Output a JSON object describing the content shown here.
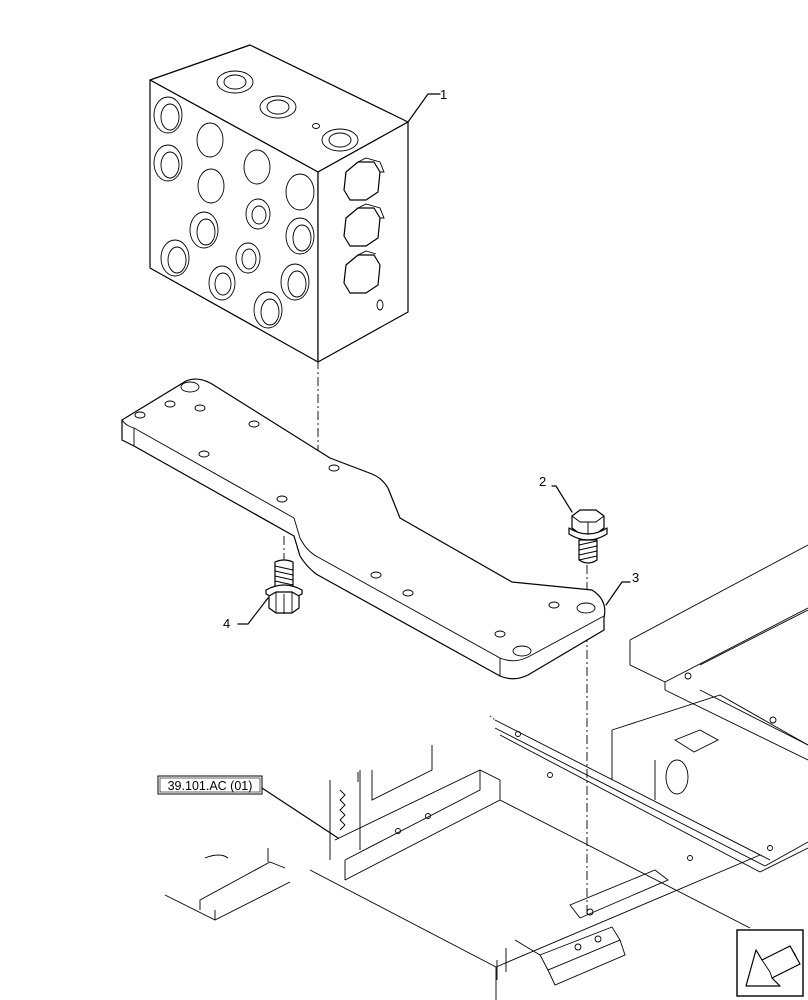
{
  "callouts": [
    {
      "id": "1",
      "label": "1"
    },
    {
      "id": "2",
      "label": "2"
    },
    {
      "id": "3",
      "label": "3"
    },
    {
      "id": "4",
      "label": "4"
    }
  ],
  "reference": {
    "label": "39.101.AC (01)"
  },
  "nav_icon": "arrow-down-left-icon"
}
